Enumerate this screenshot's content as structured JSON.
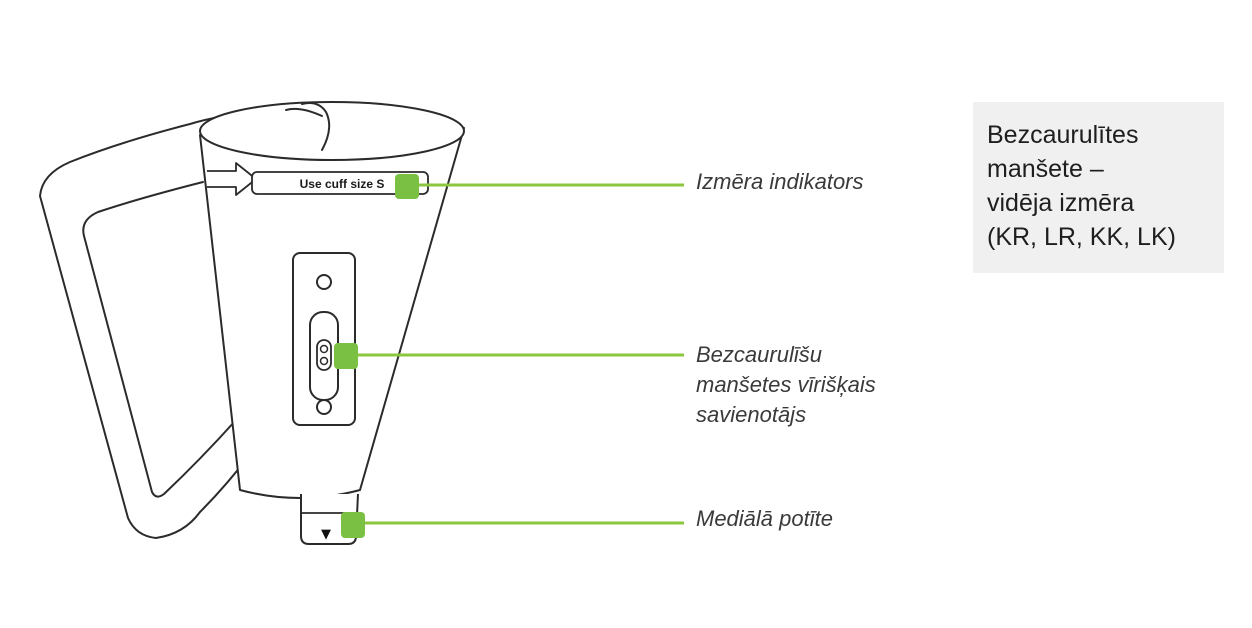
{
  "colors": {
    "leader_line": "#8cc63f",
    "marker": "#7ac143",
    "outline": "#2b2b2b",
    "title_box_bg": "#f0f0f0"
  },
  "cuff": {
    "size_strip_text": "Use cuff size S",
    "ankle_arrow_glyph": "▼"
  },
  "callouts": {
    "size_indicator": "Izmēra indikators",
    "connector": [
      "Bezcaurulīšu",
      "manšetes vīrišķais",
      "savienotājs"
    ],
    "ankle": "Mediālā potīte"
  },
  "title_box": {
    "lines": [
      "Bezcaurulītes",
      "manšete –",
      "vidēja izmēra",
      "(KR, LR, KK, LK)"
    ]
  }
}
